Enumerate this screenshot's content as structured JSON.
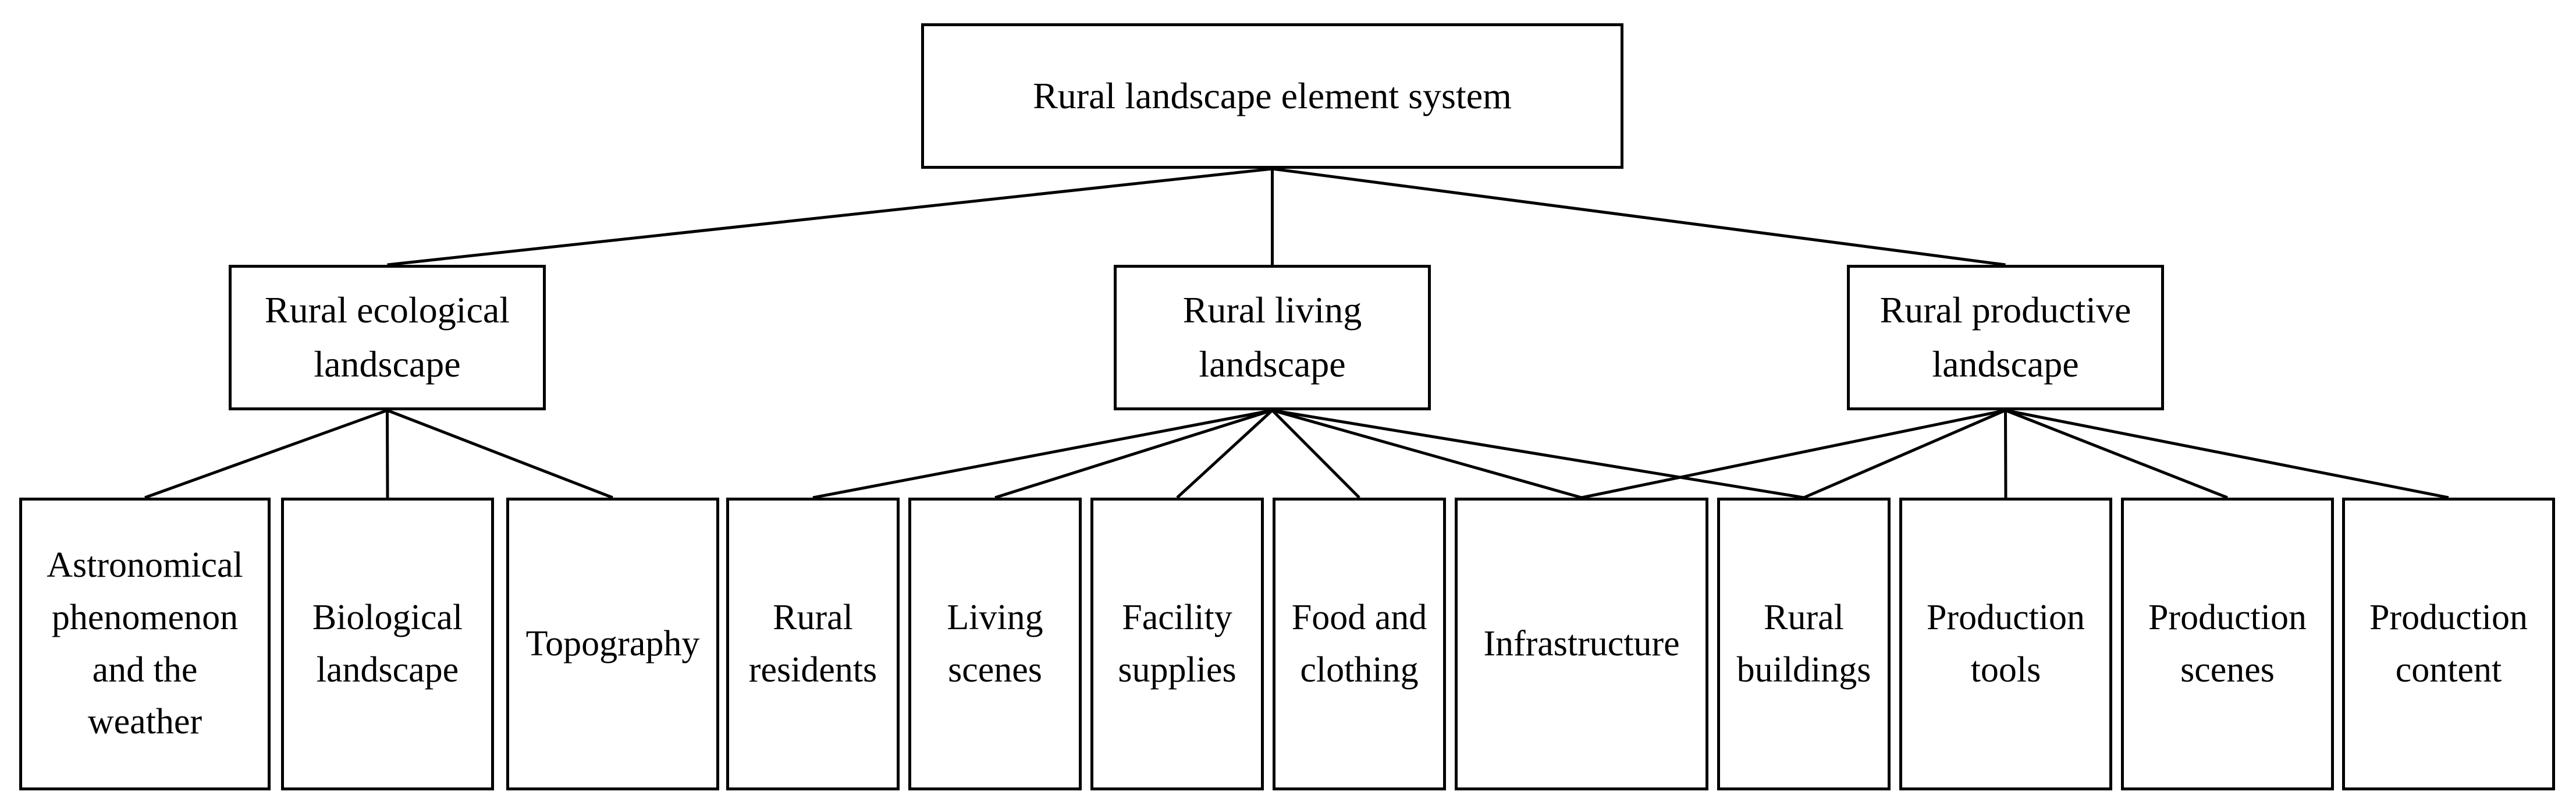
{
  "root": {
    "label": "Rural landscape element system"
  },
  "categories": [
    {
      "key": "ecological",
      "label": "Rural ecological\nlandscape"
    },
    {
      "key": "living",
      "label": "Rural living\nlandscape"
    },
    {
      "key": "productive",
      "label": "Rural productive\nlandscape"
    }
  ],
  "elements": [
    {
      "label": "Astronomical\nphenomenon\nand the\nweather",
      "parents": [
        "ecological"
      ]
    },
    {
      "label": "Biological\nlandscape",
      "parents": [
        "ecological"
      ]
    },
    {
      "label": "Topography",
      "parents": [
        "ecological"
      ]
    },
    {
      "label": "Rural\nresidents",
      "parents": [
        "living"
      ]
    },
    {
      "label": "Living\nscenes",
      "parents": [
        "living"
      ]
    },
    {
      "label": "Facility\nsupplies",
      "parents": [
        "living"
      ]
    },
    {
      "label": "Food and\nclothing",
      "parents": [
        "living"
      ]
    },
    {
      "label": "Infrastructure",
      "parents": [
        "living",
        "productive"
      ]
    },
    {
      "label": "Rural\nbuildings",
      "parents": [
        "living",
        "productive"
      ]
    },
    {
      "label": "Production\ntools",
      "parents": [
        "productive"
      ]
    },
    {
      "label": "Production\nscenes",
      "parents": [
        "productive"
      ]
    },
    {
      "label": "Production\ncontent",
      "parents": [
        "productive"
      ]
    }
  ],
  "style": {
    "line_color": "#000000",
    "box_border": "#000000",
    "background": "#ffffff"
  }
}
